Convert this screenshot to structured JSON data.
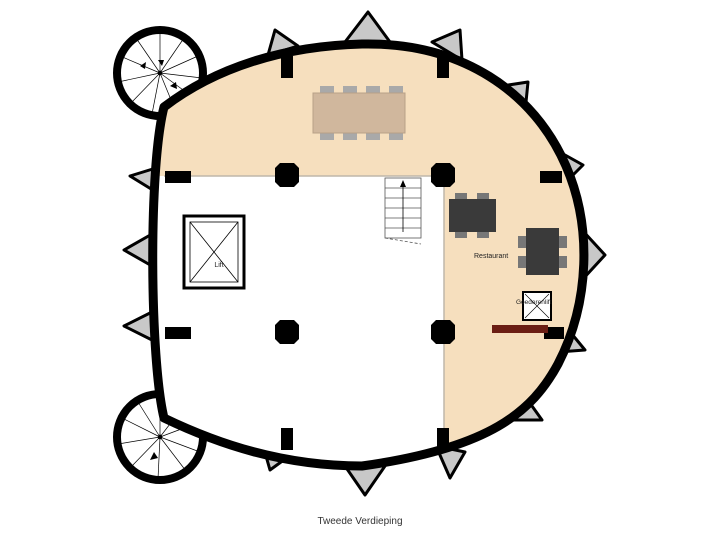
{
  "caption": "Tweede Verdieping",
  "rooms": {
    "lift": "Lift",
    "restaurant": "Restaurant",
    "goods_lift": "Goederenlift"
  },
  "icons": [
    "spiral-staircase-icon",
    "straight-staircase-icon",
    "lift-cross-icon",
    "dining-table-icon"
  ],
  "colors": {
    "wall": "#000000",
    "restaurant_floor": "#f6dfbe",
    "open_floor": "#ffffff",
    "buttress": "#c8c8c8",
    "table_wood": "#d0b79d",
    "table_dark": "#3a3a3a",
    "counter": "#6b1e14"
  }
}
